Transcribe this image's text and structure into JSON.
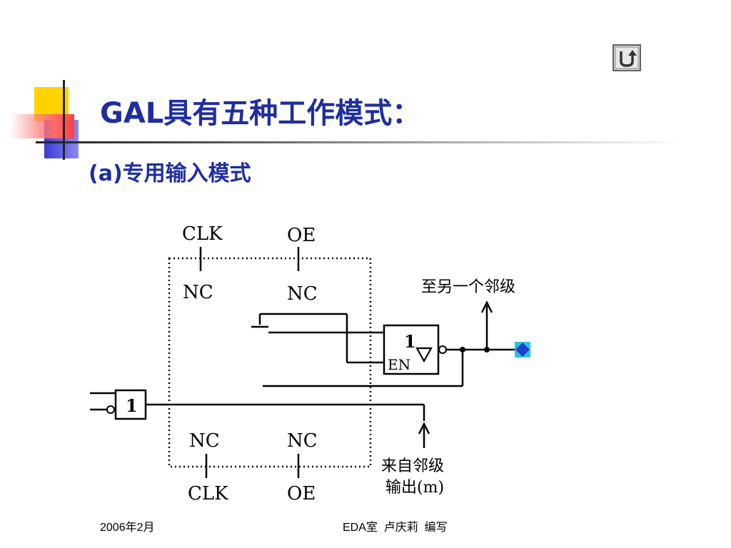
{
  "slide": {
    "title": "GAL具有五种工作模式：",
    "subtitle": "(a)专用输入模式"
  },
  "diagram": {
    "top_pins": [
      "CLK",
      "OE"
    ],
    "top_nc": [
      "NC",
      "NC"
    ],
    "bottom_pins": [
      "CLK",
      "OE"
    ],
    "bottom_nc": [
      "NC",
      "NC"
    ],
    "buffer_symbol": "1",
    "buffer_enable": "EN",
    "input_buffer_symbol": "1",
    "to_neighbor_label": "至另一个邻级",
    "from_neighbor_label_1": "来自邻级",
    "from_neighbor_label_2": "输出(m)"
  },
  "footer": {
    "date": "2006年2月",
    "author": "EDA室  卢庆莉  编写"
  },
  "colors": {
    "title": "#1f2e9e",
    "deco_yellow": "#ffd200",
    "deco_blue": "#3b3bd4",
    "deco_red": "#ff5a5a",
    "pin_fill": "#1f3fcf",
    "pin_bg": "#28c7d8"
  },
  "icons": {
    "return": "return-arrow-icon"
  }
}
